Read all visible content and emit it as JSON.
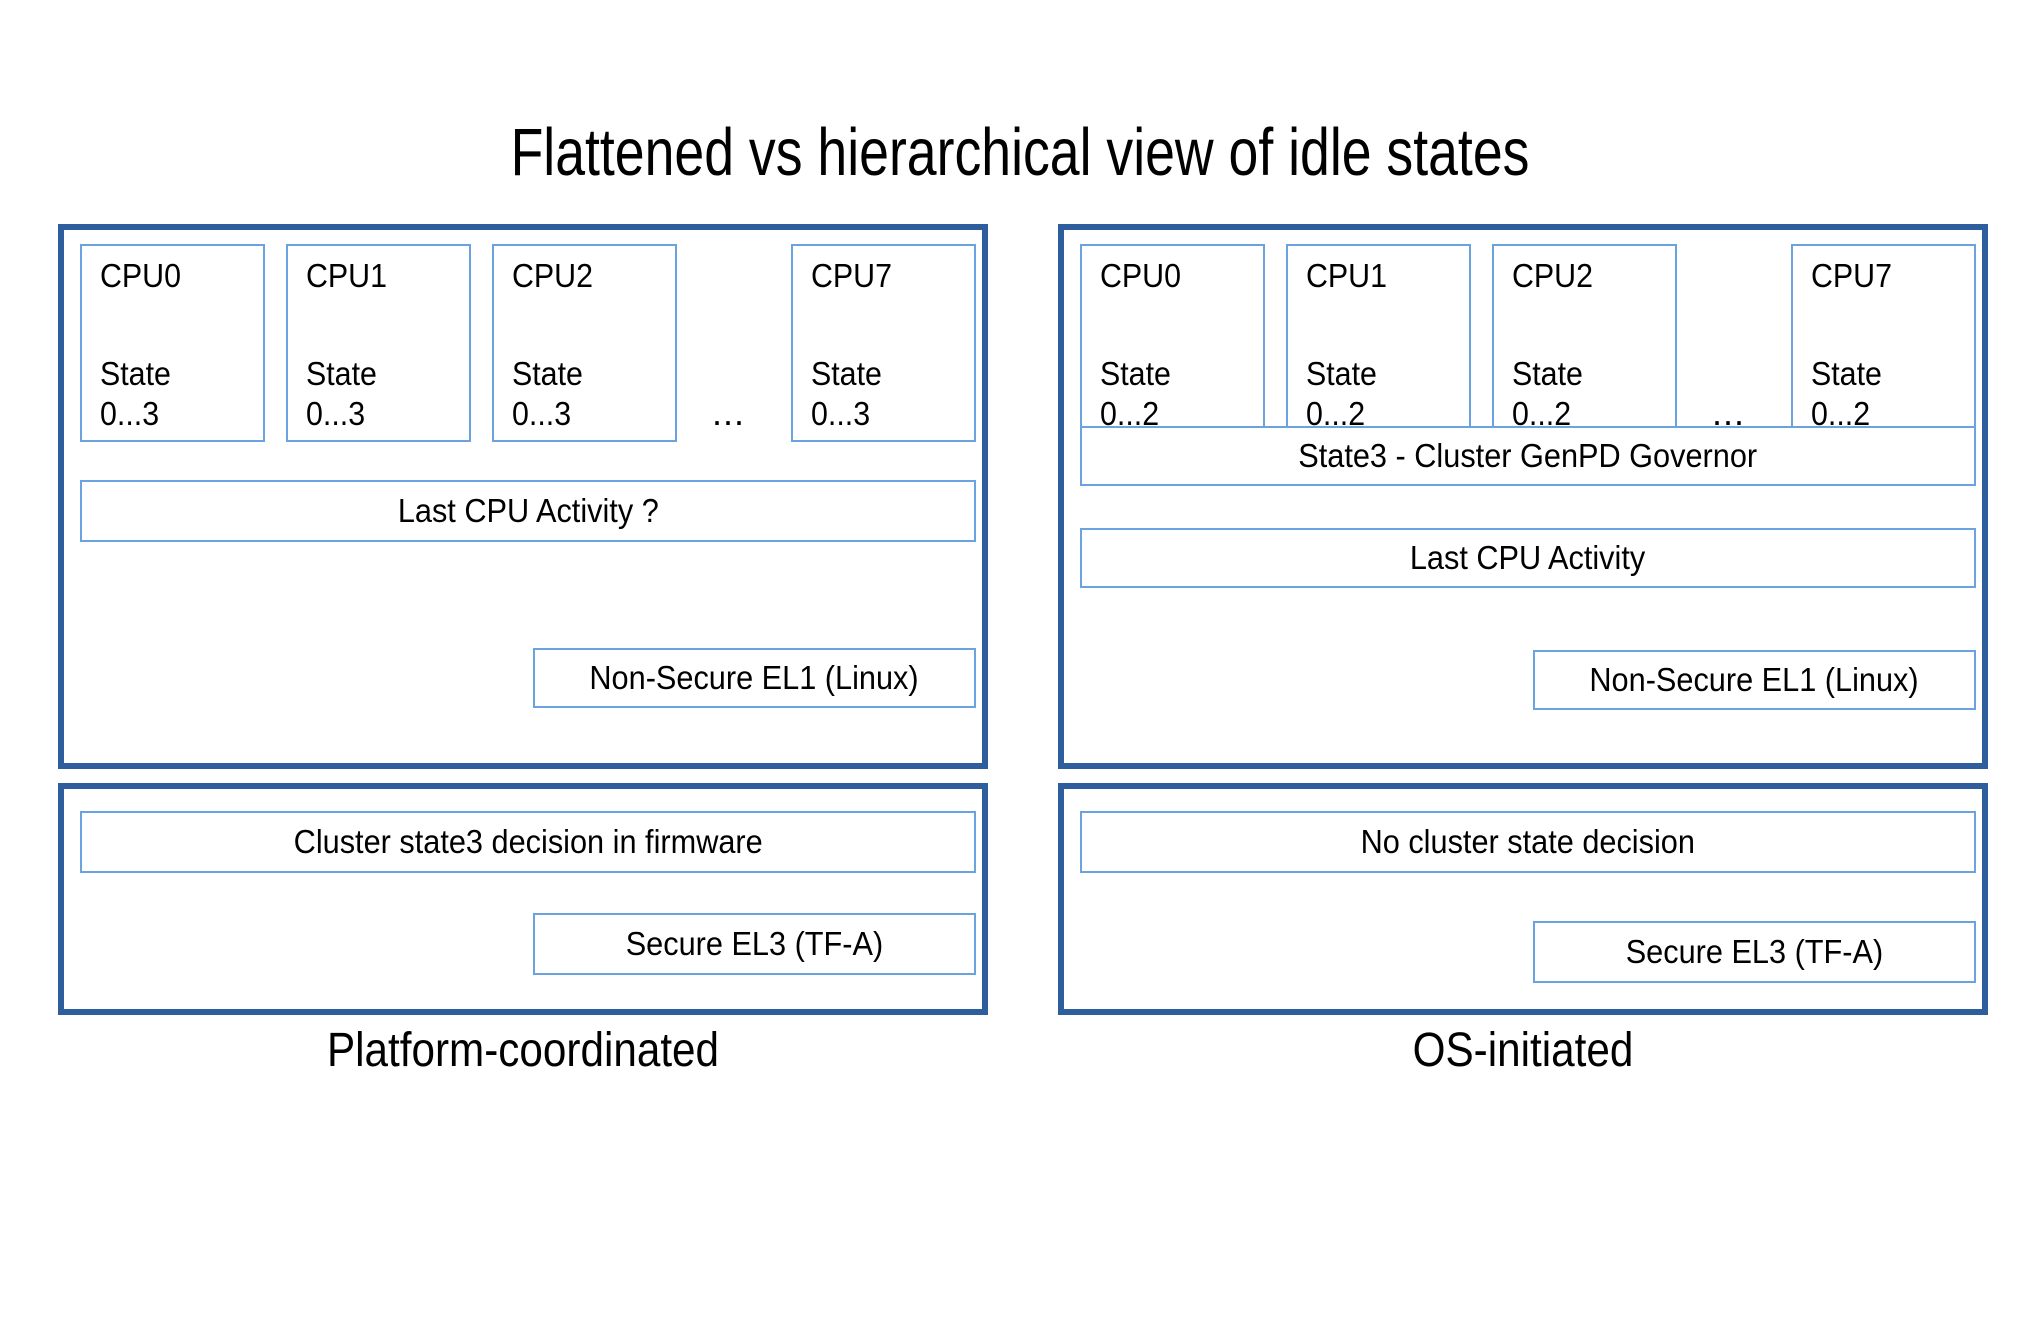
{
  "title": "Flattened vs hierarchical view of idle states",
  "colors": {
    "panel_border": "#2E5E9E",
    "box_border": "#6AA3E0",
    "background": "#FFFFFF",
    "text": "#000000"
  },
  "ellipsis": "...",
  "panels": [
    {
      "id": "platform-coordinated",
      "caption": "Platform-coordinated",
      "os_layer": {
        "cpus": [
          {
            "name": "CPU0",
            "state_label": "State",
            "state_range": "0...3"
          },
          {
            "name": "CPU1",
            "state_label": "State",
            "state_range": "0...3"
          },
          {
            "name": "CPU2",
            "state_label": "State",
            "state_range": "0...3"
          },
          {
            "name": "CPU7",
            "state_label": "State",
            "state_range": "0...3"
          }
        ],
        "bars": [
          {
            "id": "last-cpu-activity",
            "label": "Last CPU Activity ?"
          }
        ],
        "exception_level": "Non-Secure EL1 (Linux)"
      },
      "firmware_layer": {
        "decision": "Cluster state3 decision in firmware",
        "exception_level": "Secure EL3 (TF-A)"
      }
    },
    {
      "id": "os-initiated",
      "caption": "OS-initiated",
      "os_layer": {
        "cpus": [
          {
            "name": "CPU0",
            "state_label": "State",
            "state_range": "0...2"
          },
          {
            "name": "CPU1",
            "state_label": "State",
            "state_range": "0...2"
          },
          {
            "name": "CPU2",
            "state_label": "State",
            "state_range": "0...2"
          },
          {
            "name": "CPU7",
            "state_label": "State",
            "state_range": "0...2"
          }
        ],
        "bars": [
          {
            "id": "cluster-genpd-governor",
            "label": "State3 - Cluster GenPD Governor"
          },
          {
            "id": "last-cpu-activity",
            "label": "Last CPU Activity"
          }
        ],
        "exception_level": "Non-Secure EL1 (Linux)"
      },
      "firmware_layer": {
        "decision": "No cluster state decision",
        "exception_level": "Secure EL3 (TF-A)"
      }
    }
  ]
}
